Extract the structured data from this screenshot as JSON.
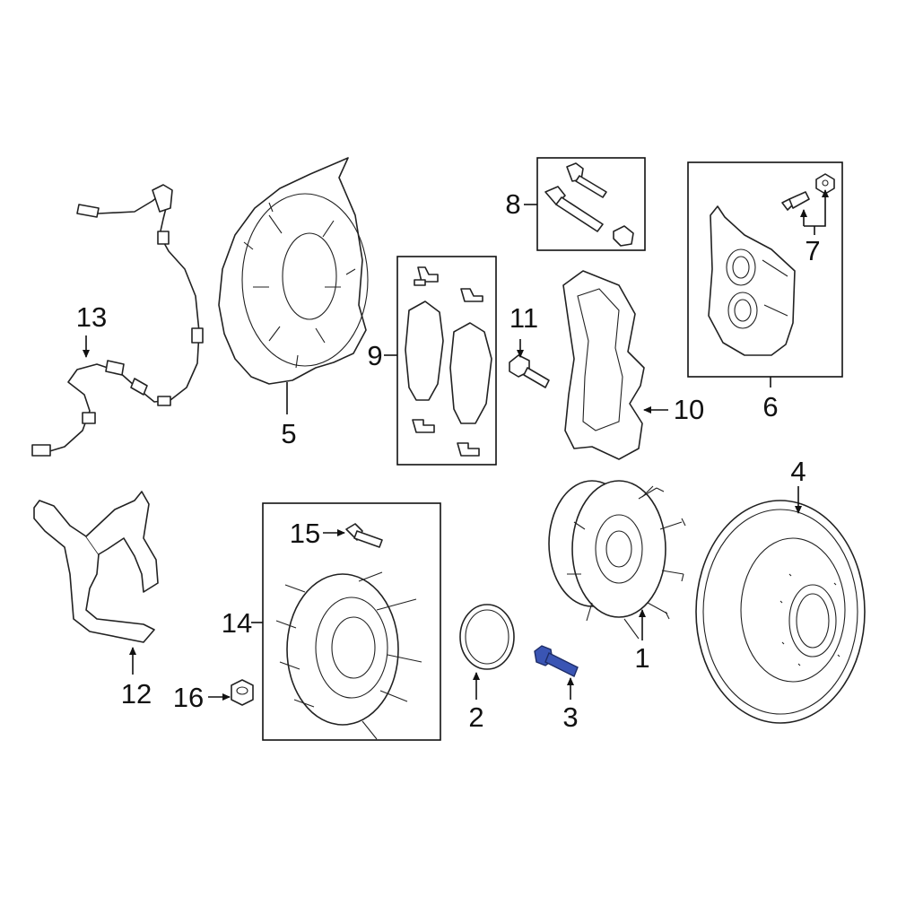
{
  "diagram": {
    "labels": {
      "p1": "1",
      "p2": "2",
      "p3": "3",
      "p4": "4",
      "p5": "5",
      "p6": "6",
      "p7": "7",
      "p8": "8",
      "p9": "9",
      "p10": "10",
      "p11": "11",
      "p12": "12",
      "p13": "13",
      "p14": "14",
      "p15": "15",
      "p16": "16"
    },
    "colors": {
      "highlight_part": "#3a55b4",
      "outline": "#222222"
    }
  }
}
